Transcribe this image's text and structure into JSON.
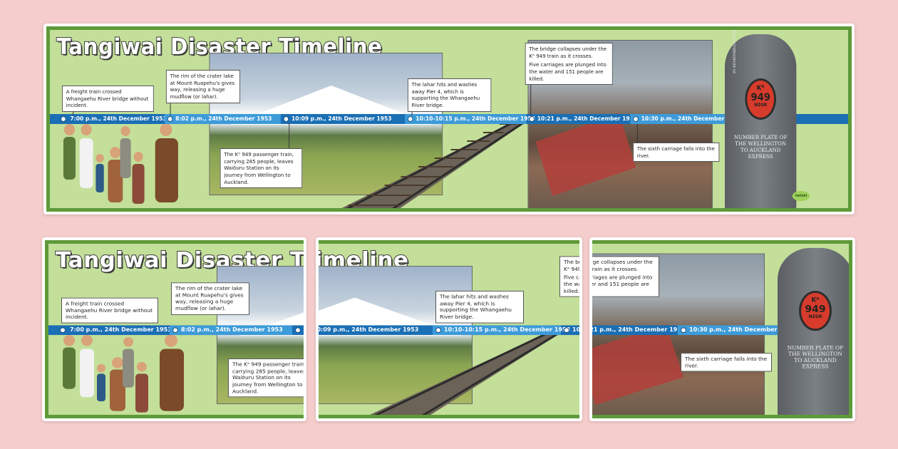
{
  "banner": {
    "title": "Tangiwai Disaster Timeline",
    "timeline": [
      "7:00 p.m., 24th December 1953",
      "8:02 p.m., 24th December 1953",
      "10:09 p.m., 24th December 1953",
      "10:10-10:15 p.m., 24th December 1953",
      "10:21 p.m., 24th December 1953",
      "10:30 p.m., 24th December 1953"
    ],
    "notes": [
      "A freight train crossed Whangaehu River bridge without incident.",
      "The rim of the crater lake at Mount Ruapehu's gives way, releasing a huge mudflow (or lahar).",
      "The Kᴬ 949 passenger train, carrying 285 people, leaves Waiōuru Station on its journey from Wellington to Auckland.",
      "The lahar hits and washes away Pier 4, which is supporting the Whangaehu River bridge.",
      "The bridge collapses under the Kᴬ 949 train as it crosses.",
      "Five carriages are plunged into the water and 151 people are killed.",
      "The sixth carriage falls into the river."
    ],
    "memorial": {
      "plate_top": "Kᴬ",
      "plate_number": "949",
      "plate_bottom": "NZGR",
      "inscription": "NUMBER PLATE OF THE WELLINGTON TO AUCKLAND EXPRESS",
      "remembrance": "IN REMEMBRANCE OF"
    },
    "logo": "twinkl"
  }
}
